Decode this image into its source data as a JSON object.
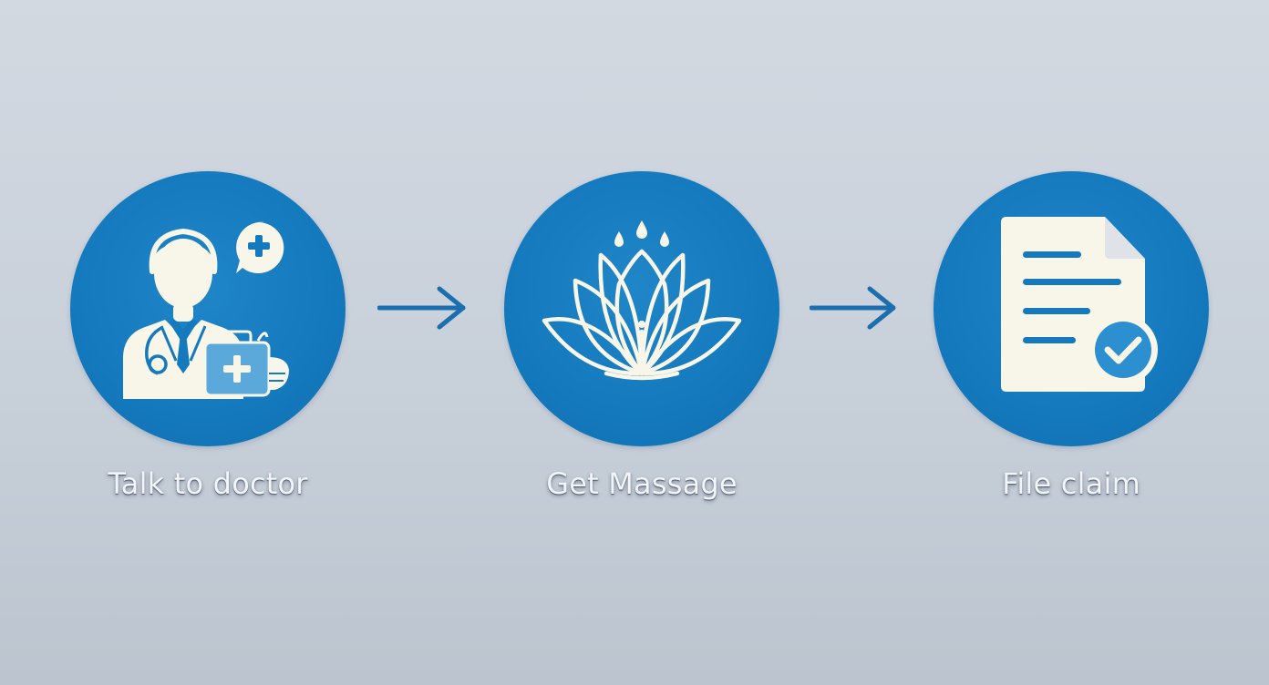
{
  "steps": [
    {
      "label": "Talk to doctor",
      "icon": "doctor-icon"
    },
    {
      "label": "Get Massage",
      "icon": "lotus-icon"
    },
    {
      "label": "File claim",
      "icon": "claim-document-icon"
    }
  ],
  "colors": {
    "circle": "#1479bd",
    "arrow": "#1b6fae",
    "icon_fill": "#f8f6e9",
    "accent_light": "#5aa9da",
    "background": "#cdd4dd"
  }
}
